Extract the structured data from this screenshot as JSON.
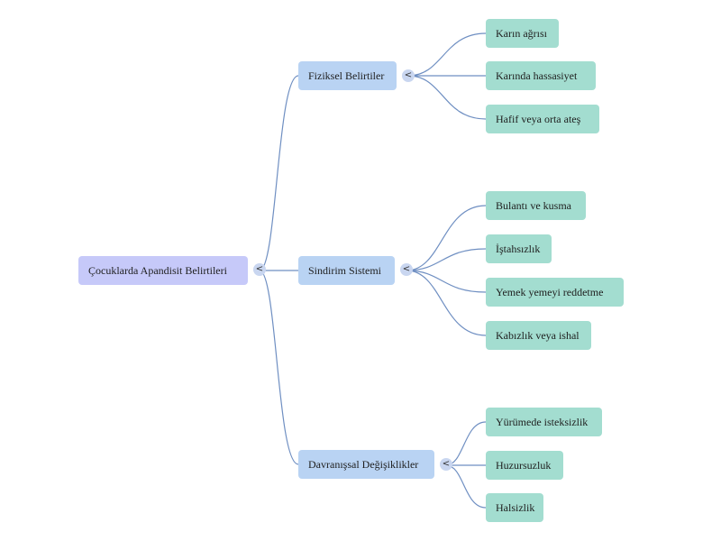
{
  "mindmap": {
    "root": {
      "label": "Çocuklarda Apandisit Belirtileri",
      "toggle": "<"
    },
    "branches": [
      {
        "label": "Fiziksel Belirtiler",
        "toggle": "<",
        "children": [
          "Karın ağrısı",
          "Karında hassasiyet",
          "Hafif veya orta ateş"
        ]
      },
      {
        "label": "Sindirim Sistemi",
        "toggle": "<",
        "children": [
          "Bulantı ve kusma",
          "İştahsızlık",
          "Yemek yemeyi reddetme",
          "Kabızlık veya ishal"
        ]
      },
      {
        "label": "Davranışsal Değişiklikler",
        "toggle": "<",
        "children": [
          "Yürümede isteksizlik",
          "Huzursuzluk",
          "Halsizlik"
        ]
      }
    ],
    "colors": {
      "root": "#c6c9f9",
      "branch": "#b9d3f3",
      "leaf": "#a3ddd0",
      "link": "#6f8fc2"
    }
  }
}
